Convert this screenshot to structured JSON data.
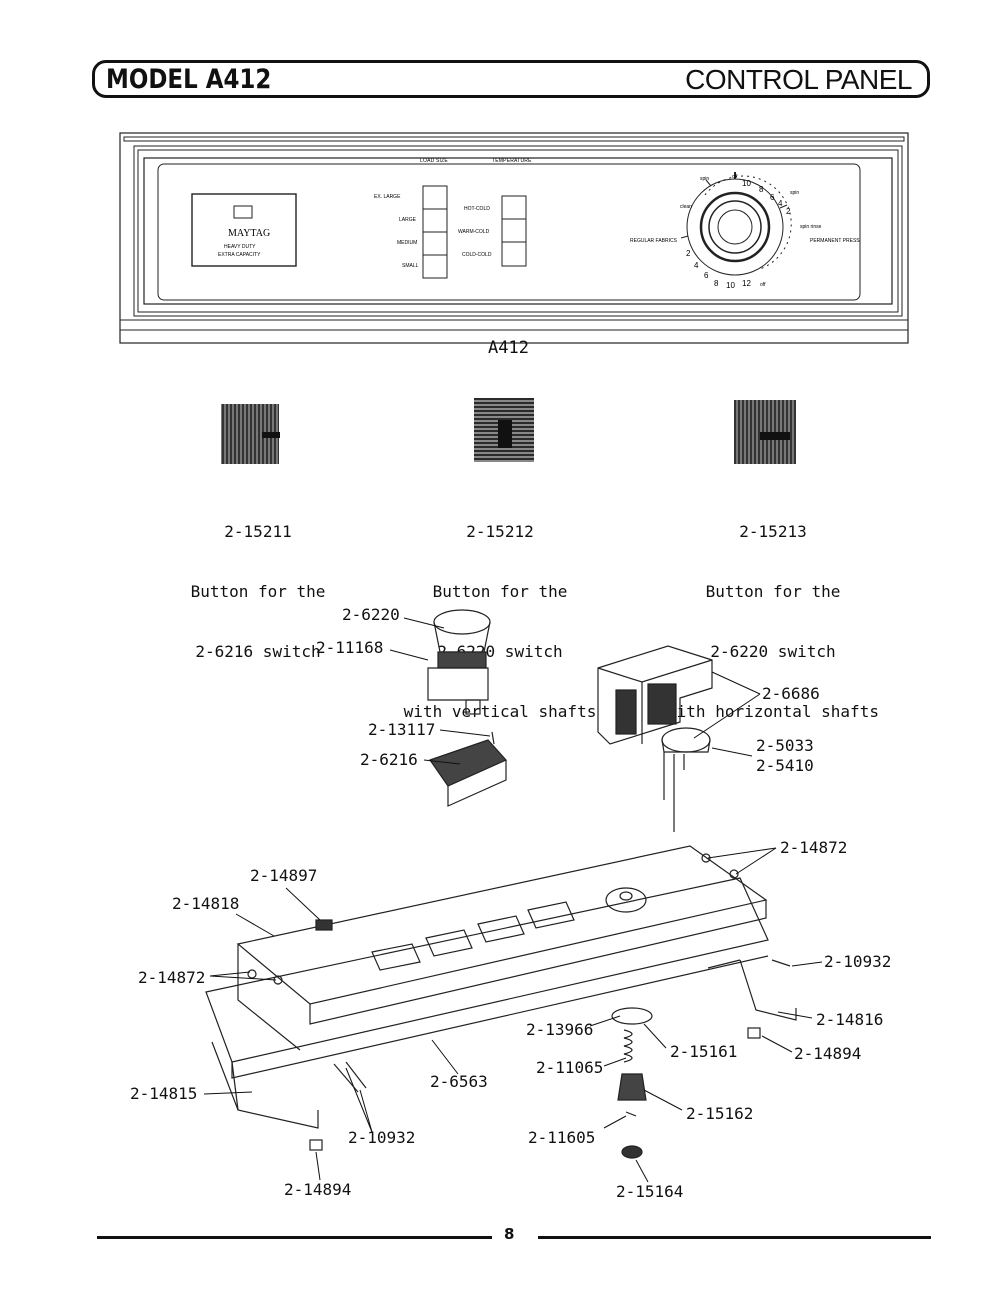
{
  "header": {
    "model": "MODEL A412",
    "section": "CONTROL PANEL"
  },
  "panel": {
    "caption": "A412",
    "heading_left": "LOAD SIZE",
    "heading_right": "TEMPERATURE",
    "badge_brand": "MAYTAG",
    "badge_line1": "HEAVY DUTY",
    "badge_line2": "EXTRA CAPACITY",
    "load_sizes": [
      "EX. LARGE",
      "LARGE",
      "MEDIUM",
      "SMALL"
    ],
    "temperatures": [
      "HOT-COLD",
      "WARM-COLD",
      "COLD-COLD"
    ],
    "dial_left": "REGULAR FABRICS",
    "dial_right": "PERMANENT PRESS",
    "dial_labels": [
      "spin",
      "off",
      "clean",
      "spin",
      "spin rinse",
      "off"
    ],
    "dial_numbers": [
      "10",
      "8",
      "6",
      "4",
      "2",
      "2",
      "4",
      "6",
      "8",
      "10",
      "12"
    ]
  },
  "buttons": [
    {
      "part": "2-15211",
      "line1": "Button for the",
      "line2": "2-6216 switch",
      "line3": ""
    },
    {
      "part": "2-15212",
      "line1": "Button for the",
      "line2": "2-6220 switch",
      "line3": "with vertical shafts"
    },
    {
      "part": "2-15213",
      "line1": "Button for the",
      "line2": "2-6220 switch",
      "line3": "with horizontal shafts"
    }
  ],
  "callouts": [
    "2-6220",
    "2-11168",
    "2-13117",
    "2-6216",
    "2-6686",
    "2-5033",
    "2-5410",
    "2-14872",
    "2-14897",
    "2-14818",
    "2-14872",
    "2-10932",
    "2-14816",
    "2-13966",
    "2-15161",
    "2-14894",
    "2-11065",
    "2-6563",
    "2-15162",
    "2-14815",
    "2-10932",
    "2-11605",
    "2-14894",
    "2-15164"
  ],
  "footer": {
    "page": "8"
  }
}
